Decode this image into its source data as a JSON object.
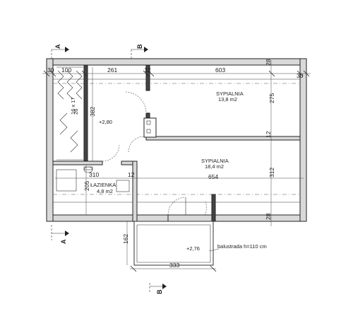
{
  "dimensions": {
    "top": [
      "30",
      "100",
      "261",
      "12",
      "603",
      "28",
      "30"
    ],
    "stair_height": "382",
    "stair_label_main": "16 x 17",
    "stair_label_sub": "26",
    "top_right": "275",
    "mid_wall": "12",
    "bathroom_width": "310",
    "bathroom_wall": "12",
    "bedroom2_width": "654",
    "bathroom_height": "205",
    "right_lower": "312",
    "bottom_right": "28",
    "balcony_depth": "162",
    "balcony_width": "333"
  },
  "levels": {
    "hall": "+2,80",
    "balcony": "+2,76"
  },
  "rooms": {
    "bedroom1": {
      "name": "SYPIALNIA",
      "area": "13,8 m2"
    },
    "bedroom2": {
      "name": "SYPIALNIA",
      "area": "18,4 m2"
    },
    "bathroom": {
      "name": "ŁAZIENKA",
      "area": "4,8 m2"
    }
  },
  "sections": {
    "a": "A",
    "b": "B"
  },
  "notes": {
    "balustrade": "balustrada h=110 cm"
  }
}
